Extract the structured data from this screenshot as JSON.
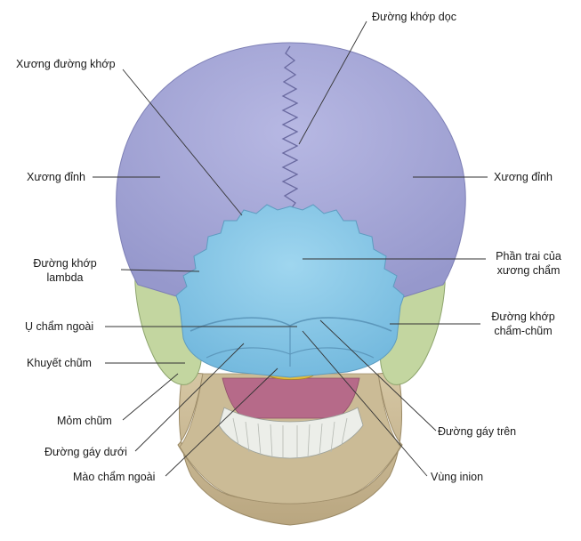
{
  "colors": {
    "parietal": "#a8a9d8",
    "occipital": "#8ccbe8",
    "temporal": "#c4d7a0",
    "mandible": "#c9b896",
    "palate": "#c07a96",
    "teeth": "#e9ebe7",
    "foramen": "#e0b840",
    "line": "#333333"
  },
  "labels": {
    "sagittal_suture": "Đường khớp dọc",
    "sutural_bone": "Xương đường khớp",
    "parietal_left": "Xương đỉnh",
    "parietal_right": "Xương đỉnh",
    "lambdoid_suture_line1": "Đường khớp",
    "lambdoid_suture_line2": "lambda",
    "occipital_squama_line1": "Phần trai của",
    "occipital_squama_line2": "xương chẩm",
    "ext_occipital_protuberance": "Ụ chẩm ngoài",
    "occipitomastoid_suture_line1": "Đường khớp",
    "occipitomastoid_suture_line2": "chẩm-chũm",
    "mastoid_notch": "Khuyết chũm",
    "mastoid_process": "Mỏm chũm",
    "superior_nuchal_line": "Đường gáy trên",
    "inferior_nuchal_line": "Đường gáy dưới",
    "ext_occipital_crest": "Mào chẩm ngoài",
    "inion": "Vùng inion"
  }
}
